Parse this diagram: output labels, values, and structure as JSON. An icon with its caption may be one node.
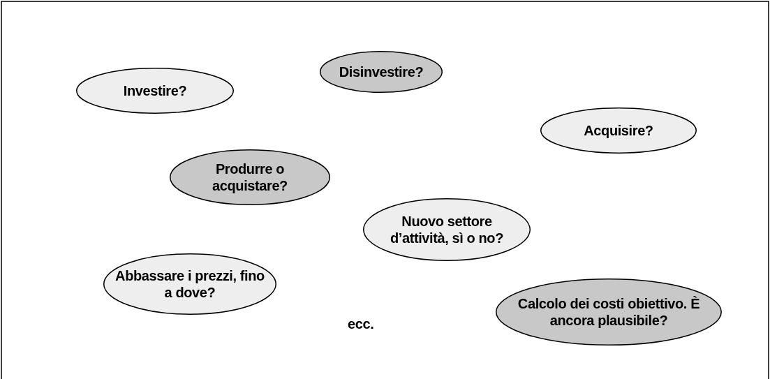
{
  "diagram": {
    "nodes": [
      {
        "text": [
          "Investire?"
        ]
      },
      {
        "text": [
          "Disinvestire?"
        ]
      },
      {
        "text": [
          "Acquisire?"
        ]
      },
      {
        "text": [
          "Produrre o acquistare?"
        ]
      },
      {
        "text": [
          "Nuovo settore d’attività, sì o no?"
        ]
      },
      {
        "text": [
          "Abbassare i prezzi, fino a dove?"
        ]
      },
      {
        "text": [
          "Calcolo dei costi obiettivo. È ancora plausibile?"
        ]
      }
    ],
    "labels": [
      "ecc."
    ]
  }
}
